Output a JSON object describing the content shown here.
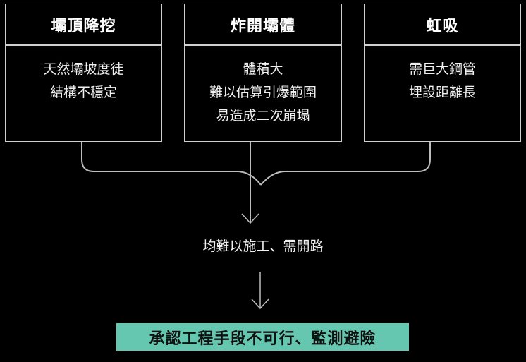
{
  "methods": [
    {
      "title": "壩頂降挖",
      "lines": [
        "天然壩坡度徒",
        "結構不穩定"
      ]
    },
    {
      "title": "炸開壩體",
      "lines": [
        "體積大",
        "難以估算引爆範圍",
        "易造成二次崩塌"
      ]
    },
    {
      "title": "虹吸",
      "lines": [
        "需巨大鋼管",
        "埋設距離長"
      ]
    }
  ],
  "summary": "均難以施工、需開路",
  "conclusion": "承認工程手段不可行、監測避險",
  "colors": {
    "background": "#000000",
    "border": "#cfcfcf",
    "connector": "#bdbdbd",
    "highlight": "#66c7b0",
    "highlight_text": "#111111"
  }
}
